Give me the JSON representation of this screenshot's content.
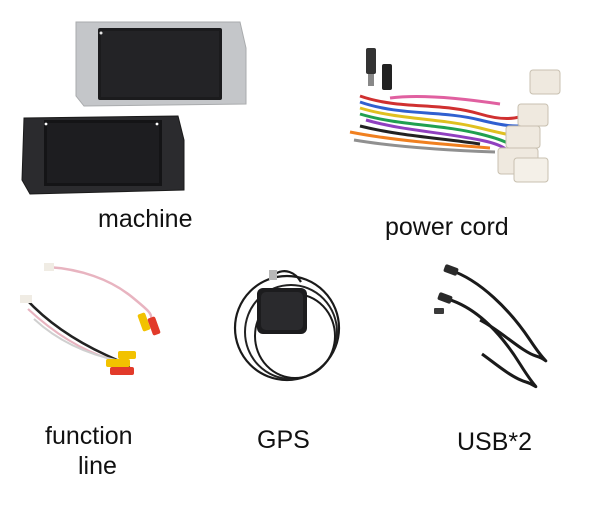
{
  "items": [
    {
      "key": "machine",
      "label": "machine",
      "icon": "car-stereo-units-photo"
    },
    {
      "key": "power_cord",
      "label": "power cord",
      "icon": "wiring-harness-photo"
    },
    {
      "key": "function_line",
      "label_line1": "function",
      "label_line2": "line",
      "icon": "rca-cable-photo"
    },
    {
      "key": "gps",
      "label": "GPS",
      "icon": "gps-antenna-photo"
    },
    {
      "key": "usb",
      "label": "USB*2",
      "icon": "usb-cables-photo"
    }
  ],
  "colors": {
    "silver_frame": "#c9cbcd",
    "black_frame": "#2a2a2c",
    "screen": "#1a1a1c",
    "rca_yellow": "#f2c200",
    "rca_red": "#e23a2a",
    "connector_white": "#f0ece4"
  }
}
